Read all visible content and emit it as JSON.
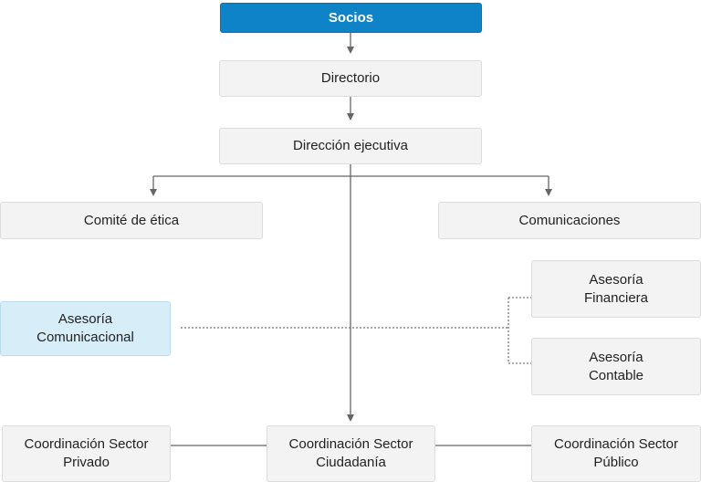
{
  "org_chart": {
    "root": "Socios",
    "board": "Directorio",
    "executive": "Dirección ejecutiva",
    "ethics": "Comité de ética",
    "communications": "Comunicaciones",
    "comm_advisory": "Asesoría\nComunicacional",
    "financial_advisory": "Asesoría\nFinanciera",
    "accounting_advisory": "Asesoría\nContable",
    "private_sector": "Coordinación Sector\nPrivado",
    "citizen_sector": "Coordinación Sector\nCiudadanía",
    "public_sector": "Coordinación Sector\nPúblico"
  },
  "colors": {
    "accent": "#0f83c8",
    "highlight": "#d7eef9",
    "node_bg": "#f3f3f3",
    "line": "#666666"
  }
}
